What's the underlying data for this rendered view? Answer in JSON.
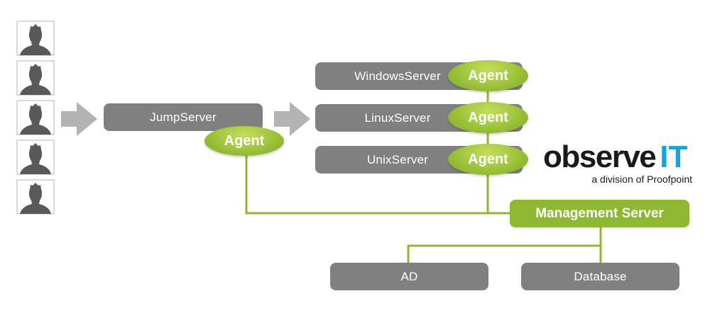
{
  "users": [
    {
      "icon": "user-silhouette-icon"
    },
    {
      "icon": "user-silhouette-icon"
    },
    {
      "icon": "user-silhouette-icon"
    },
    {
      "icon": "user-silhouette-icon"
    },
    {
      "icon": "user-silhouette-icon"
    }
  ],
  "jump_server": {
    "label": "JumpServer",
    "agent_label": "Agent"
  },
  "servers": [
    {
      "label": "WindowsServer",
      "agent_label": "Agent"
    },
    {
      "label": "LinuxServer",
      "agent_label": "Agent"
    },
    {
      "label": "UnixServer",
      "agent_label": "Agent"
    }
  ],
  "management_server": {
    "label": "Management Server"
  },
  "backends": [
    {
      "label": "AD"
    },
    {
      "label": "Database"
    }
  ],
  "logo": {
    "main": "observe",
    "accent": "IT",
    "tagline": "a division of Proofpoint"
  },
  "colors": {
    "box_gray": "#808080",
    "arrow_gray": "#b3b3b3",
    "agent_green": "#9cc23a",
    "line_green": "#8fb832",
    "logo_blue": "#1aa3d8",
    "user_icon": "#595959"
  }
}
